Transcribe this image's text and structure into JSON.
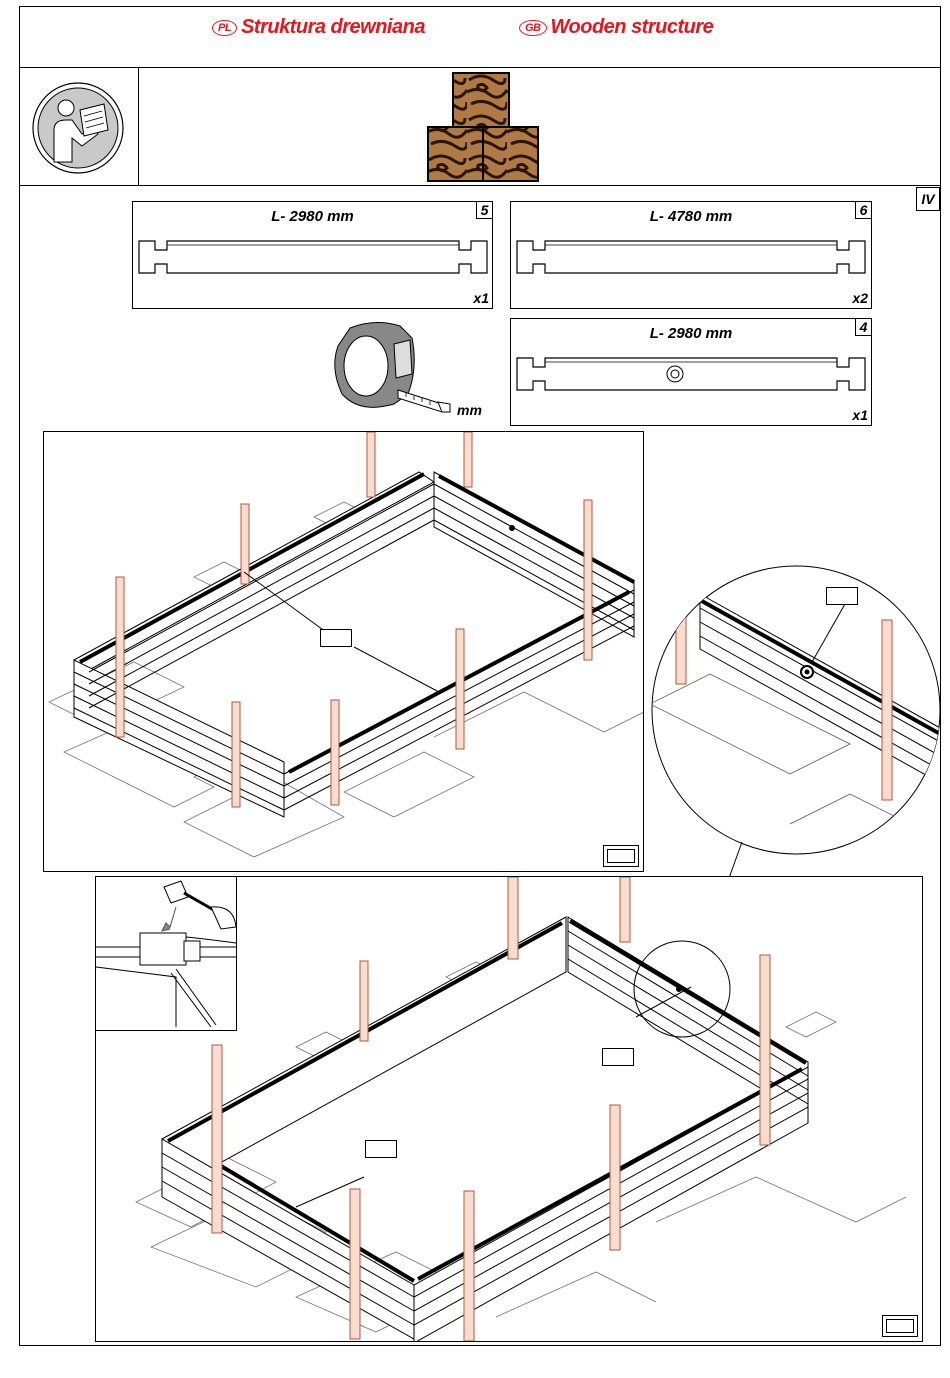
{
  "header": {
    "pl_code": "PL",
    "pl_title": "Struktura drewniana",
    "gb_code": "GB",
    "gb_title": "Wooden structure"
  },
  "page_marker": "IV",
  "parts": [
    {
      "length": "L- 2980 mm",
      "number": "5",
      "quantity": "x1"
    },
    {
      "length": "L- 4780 mm",
      "number": "6",
      "quantity": "x2"
    },
    {
      "length": "L- 2980 mm",
      "number": "4",
      "quantity": "x1"
    }
  ],
  "tape_unit": "mm",
  "icons": {
    "manual": "read-manual-icon",
    "wood": "wood-material-icon",
    "tape": "tape-measure-icon",
    "hammer": "hammer-icon"
  },
  "colors": {
    "header_red": "#e8161b",
    "post_color": "#f6ddd0",
    "post_outline": "#b5563a",
    "wood_brown": "#b07a45"
  }
}
